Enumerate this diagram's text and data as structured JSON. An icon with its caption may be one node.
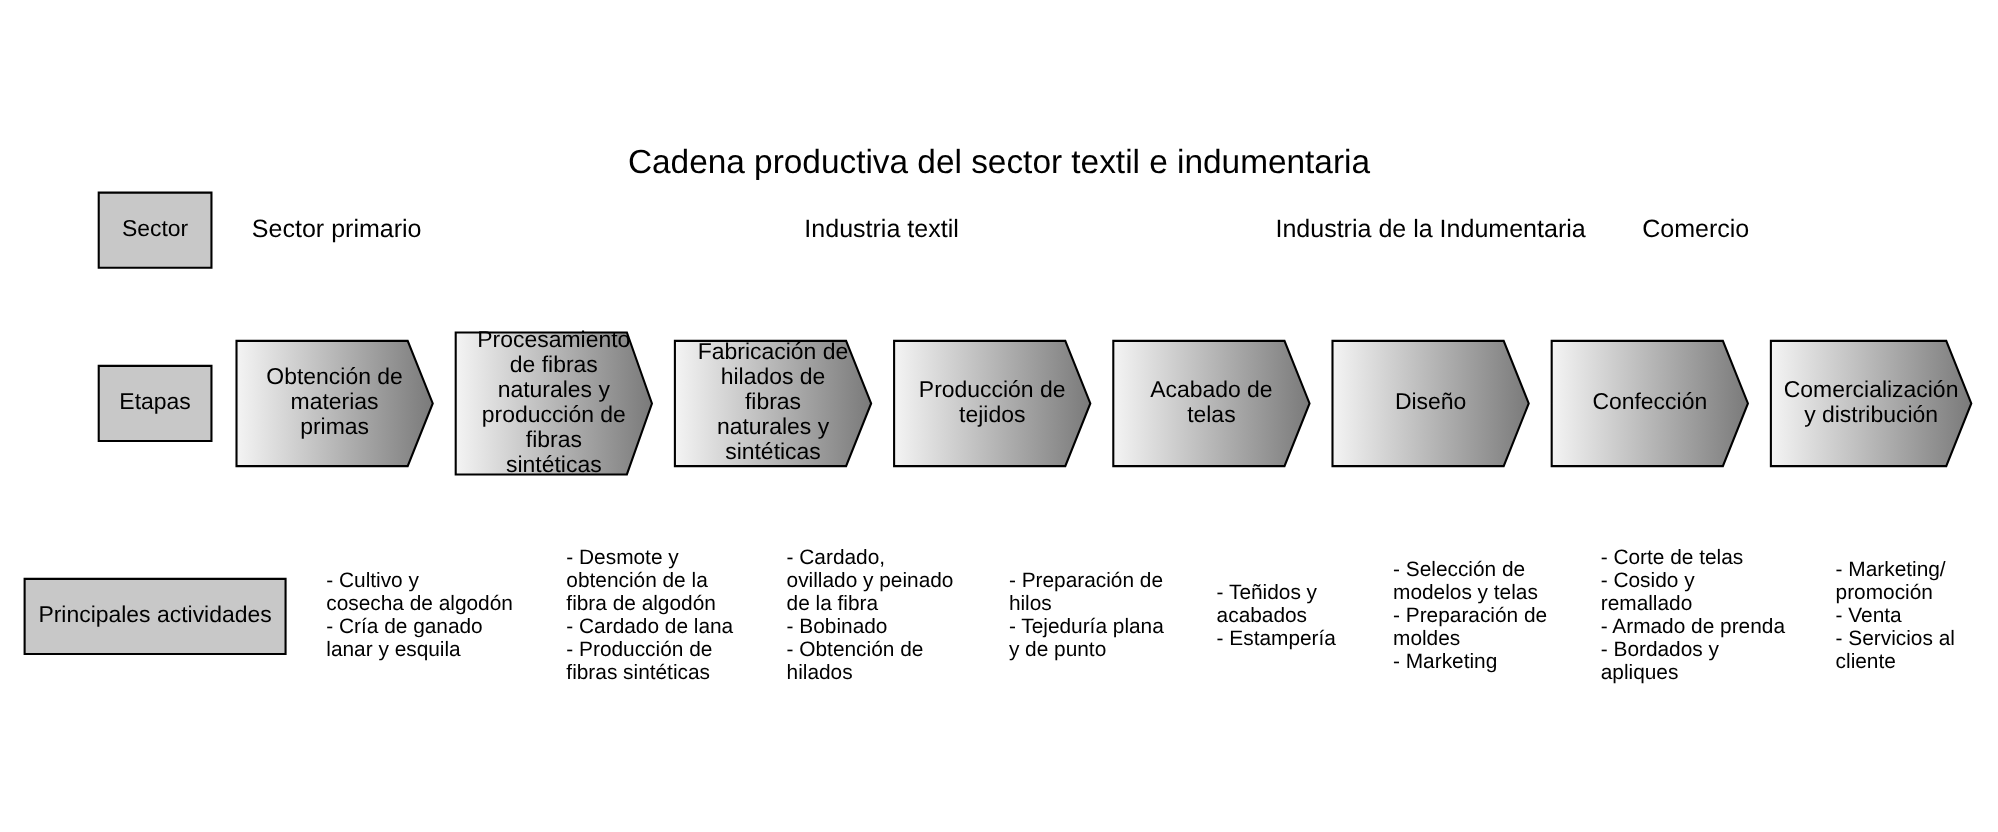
{
  "diagram": {
    "title": "Cadena productiva del sector textil e indumentaria",
    "nodes": [
      {
        "text": [
          "Sector primario"
        ]
      },
      {
        "text": [
          "Industria textil"
        ]
      },
      {
        "text": [
          "Industria de la Indumentaria"
        ]
      },
      {
        "text": [
          "Comercio"
        ]
      },
      {
        "text": [
          "Obtención de materias primas"
        ],
        "beside": [
          "- Cultivo y cosecha de algodón",
          "- Cría de ganado lanar y esquila"
        ]
      },
      {
        "text": [
          "Procesamiento de fibras naturales y producción de fibras sintéticas"
        ],
        "beside": [
          "- Desmote y obtención de la fibra de algodón",
          "- Cardado de lana",
          "- Producción de fibras sintéticas"
        ]
      },
      {
        "text": [
          "Fabricación de hilados de fibras naturales y sintéticas"
        ],
        "beside": [
          "- Cardado, ovillado y peinado de la fibra",
          "- Bobinado",
          "- Obtención de hilados"
        ]
      },
      {
        "text": [
          "Producción de tejidos"
        ],
        "beside": [
          "- Preparación de hilos",
          "- Tejeduría plana y de punto"
        ]
      },
      {
        "text": [
          "Acabado de telas"
        ],
        "beside": [
          "- Teñidos y acabados",
          "- Estampería"
        ]
      },
      {
        "text": [
          "Diseño"
        ],
        "beside": [
          "- Selección de modelos y telas",
          "- Preparación de moldes",
          "- Marketing"
        ]
      },
      {
        "text": [
          "Confección"
        ],
        "beside": [
          "- Corte de telas",
          "- Cosido y remallado",
          "- Armado de prenda",
          "- Bordados y apliques"
        ]
      },
      {
        "text": [
          "Comercialización y distribución"
        ],
        "beside": [
          "- Marketing/ promoción",
          "- Venta",
          "- Servicios al cliente"
        ]
      }
    ],
    "labels": [
      "Sector",
      "Etapas",
      "Principales actividades"
    ]
  }
}
